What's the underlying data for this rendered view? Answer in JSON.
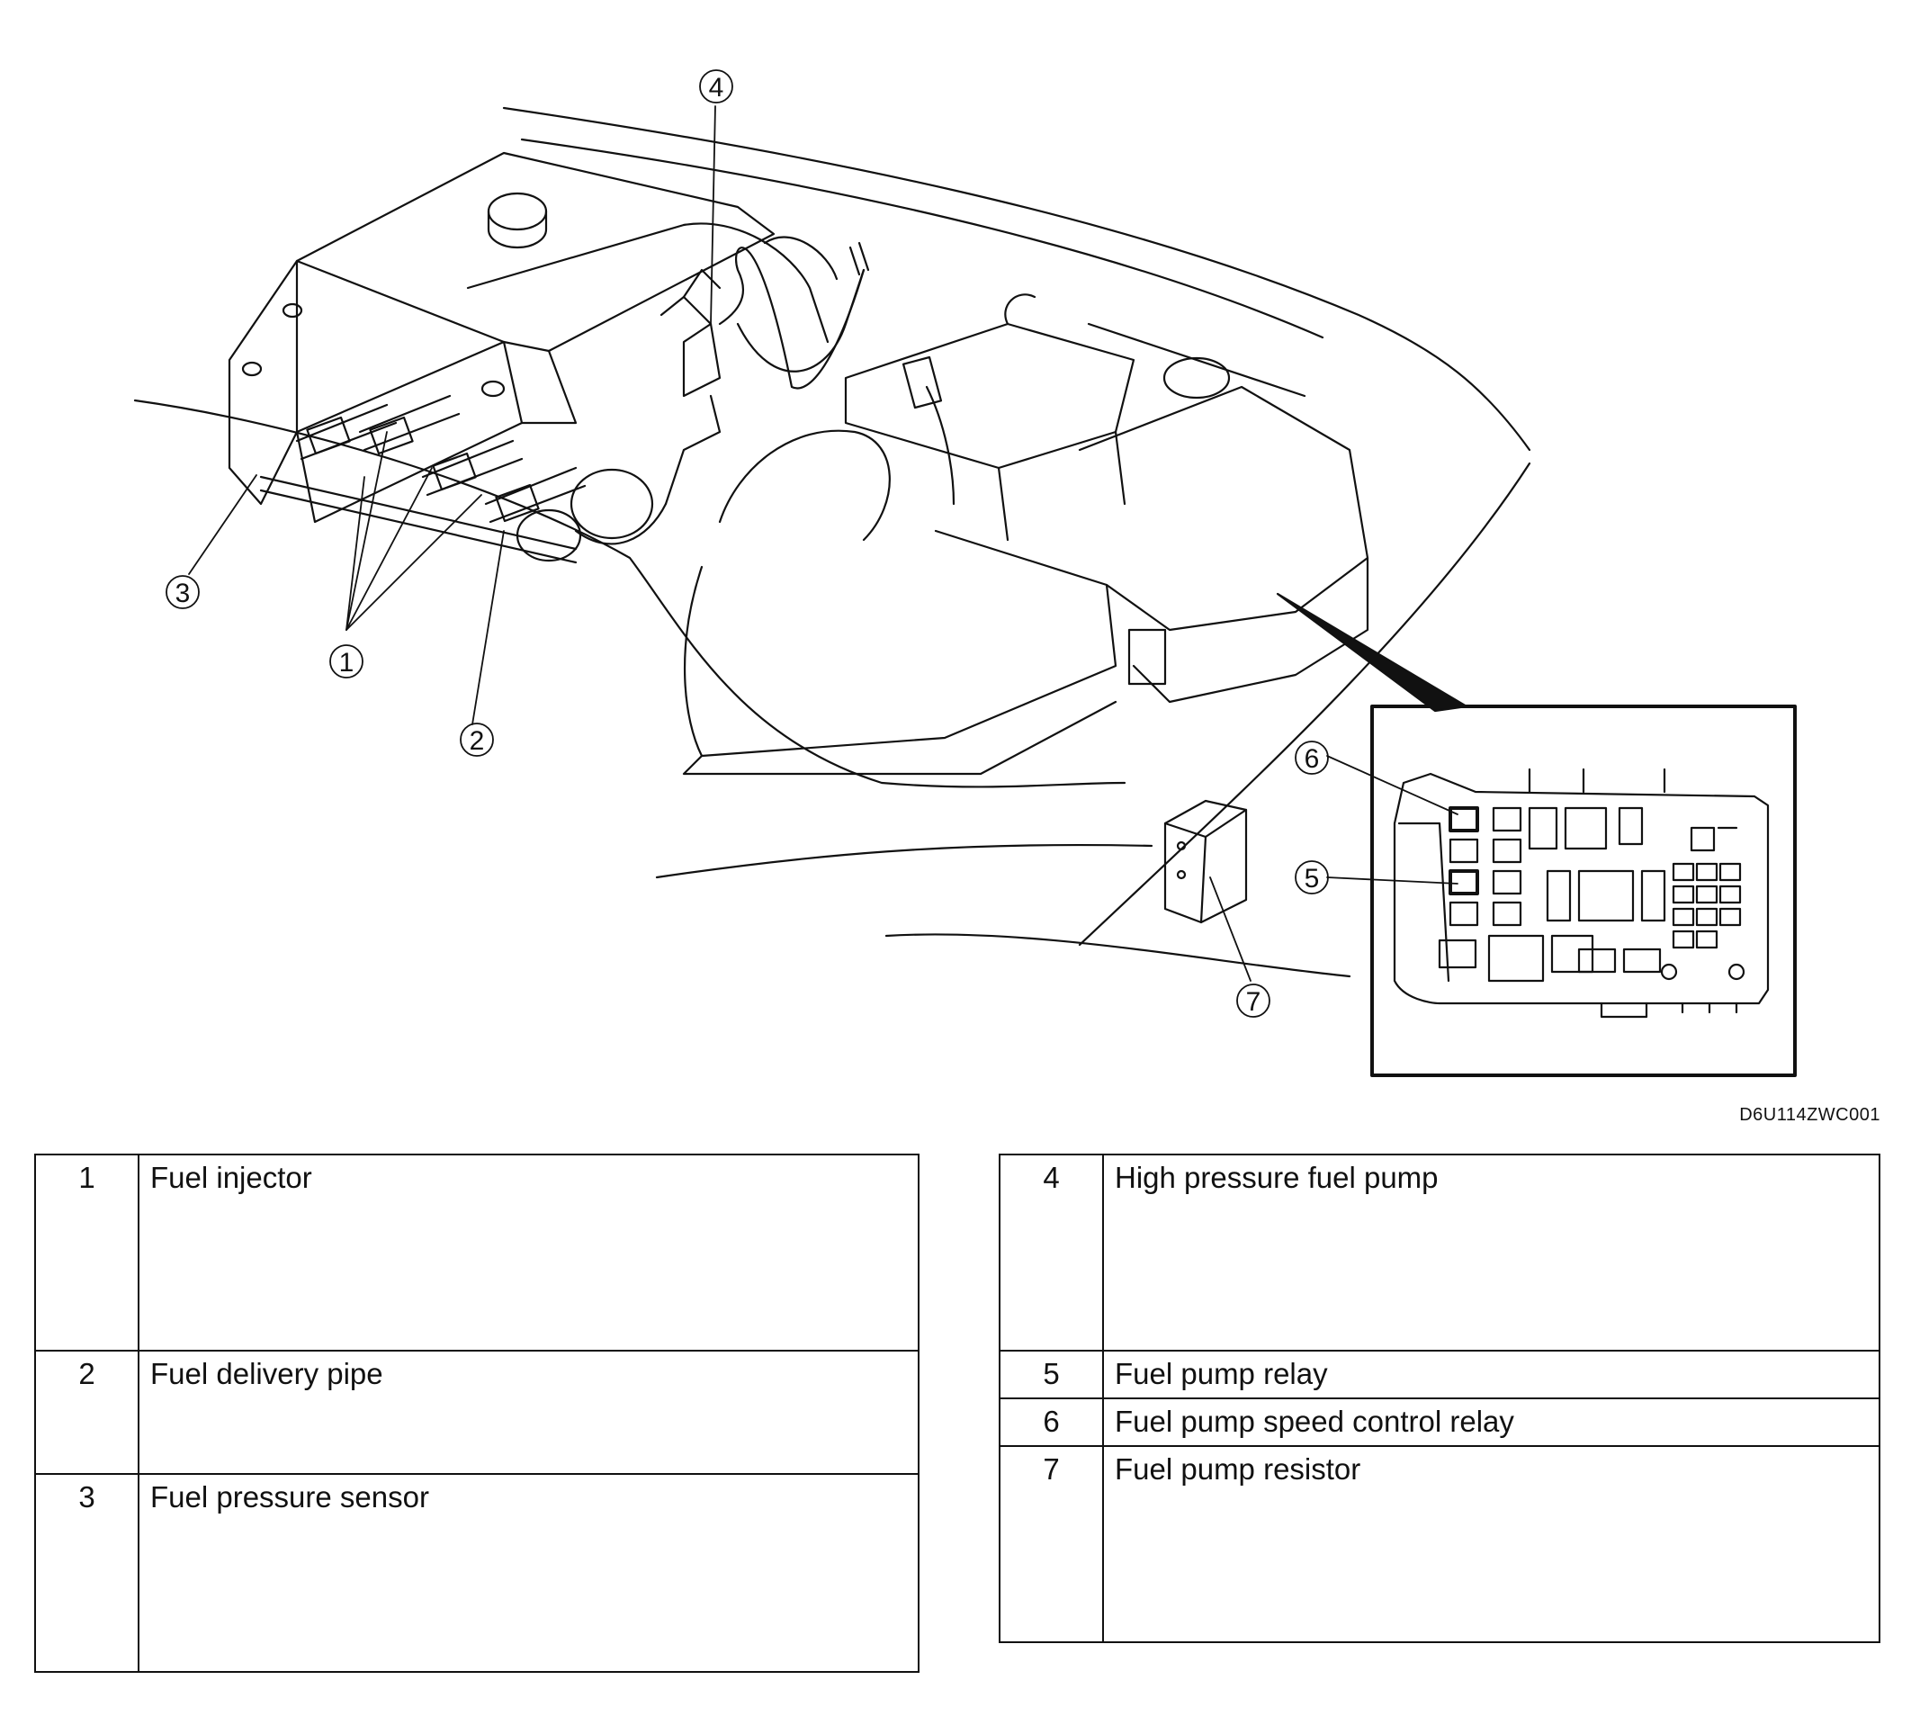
{
  "callouts": [
    {
      "id": "callout-1",
      "label": "1"
    },
    {
      "id": "callout-2",
      "label": "2"
    },
    {
      "id": "callout-3",
      "label": "3"
    },
    {
      "id": "callout-4",
      "label": "4"
    },
    {
      "id": "callout-5",
      "label": "5"
    },
    {
      "id": "callout-6",
      "label": "6"
    },
    {
      "id": "callout-7",
      "label": "7"
    }
  ],
  "figure_code": "D6U114ZWC001",
  "legend_left": [
    {
      "number": "1",
      "name": "Fuel injector"
    },
    {
      "number": "2",
      "name": "Fuel delivery pipe"
    },
    {
      "number": "3",
      "name": "Fuel pressure sensor"
    }
  ],
  "legend_right": [
    {
      "number": "4",
      "name": "High pressure fuel pump"
    },
    {
      "number": "5",
      "name": "Fuel pump relay"
    },
    {
      "number": "6",
      "name": "Fuel pump speed control relay"
    },
    {
      "number": "7",
      "name": "Fuel pump resistor"
    }
  ]
}
